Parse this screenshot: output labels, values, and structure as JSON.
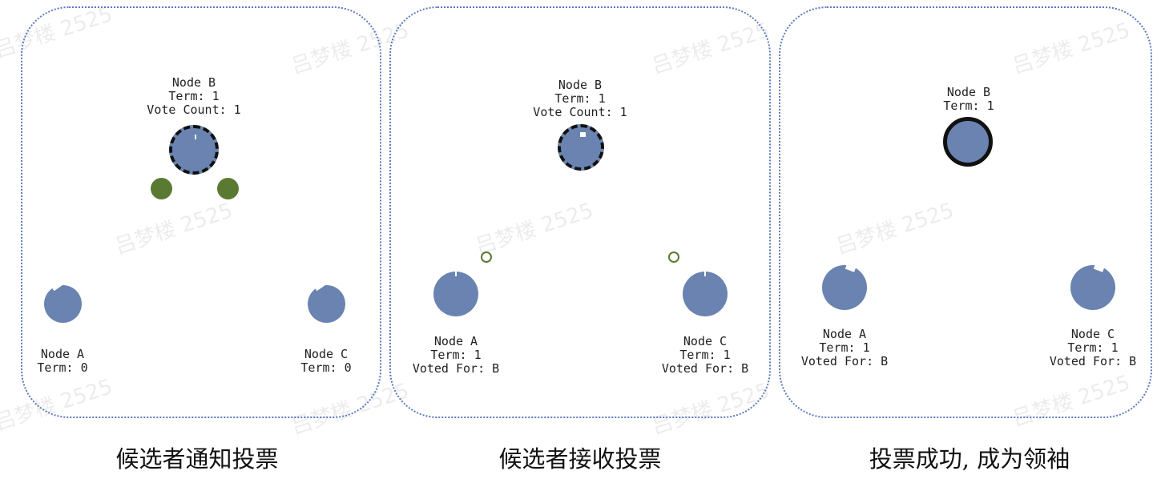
{
  "watermark": "吕梦楼 2525",
  "panels": [
    {
      "caption": "候选者通知投票",
      "node_b": {
        "name": "Node B",
        "term": "Term: 1",
        "votes": "Vote Count: 1"
      },
      "node_a": {
        "name": "Node A",
        "term": "Term: 0"
      },
      "node_c": {
        "name": "Node C",
        "term": "Term: 0"
      }
    },
    {
      "caption": "候选者接收投票",
      "node_b": {
        "name": "Node B",
        "term": "Term: 1",
        "votes": "Vote Count: 1"
      },
      "node_a": {
        "name": "Node A",
        "term": "Term: 1",
        "voted": "Voted For: B"
      },
      "node_c": {
        "name": "Node C",
        "term": "Term: 1",
        "voted": "Voted For: B"
      }
    },
    {
      "caption": "投票成功, 成为领袖",
      "node_b": {
        "name": "Node B",
        "term": "Term: 1"
      },
      "node_a": {
        "name": "Node A",
        "term": "Term: 1",
        "voted": "Voted For: B"
      },
      "node_c": {
        "name": "Node C",
        "term": "Term: 1",
        "voted": "Voted For: B"
      }
    }
  ],
  "colors": {
    "node_fill": "#6a83b0",
    "vote_message": "#5a7a32",
    "panel_border": "#5b78c0"
  }
}
